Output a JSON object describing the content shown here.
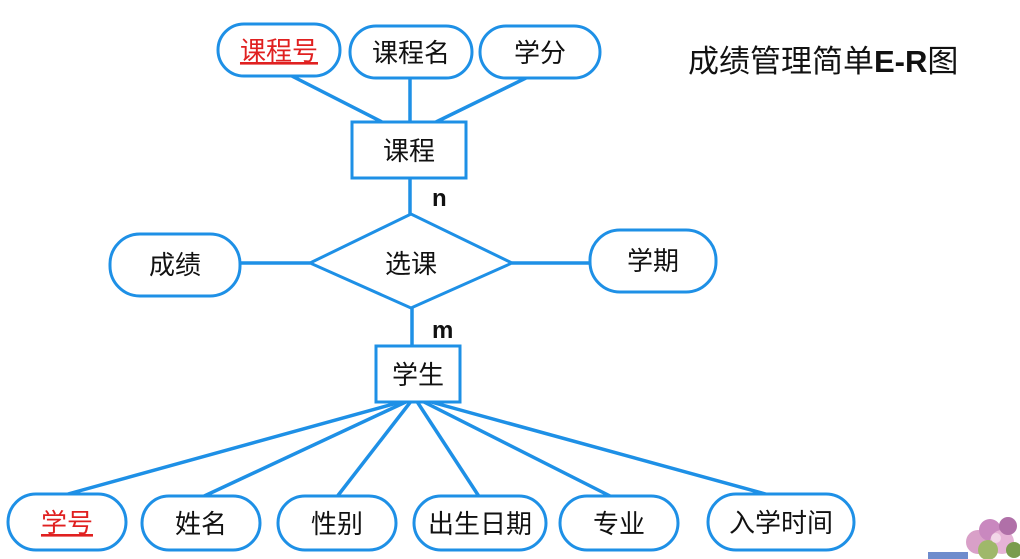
{
  "title": {
    "prefix": "成绩管理简单",
    "bold": "E-R",
    "suffix": "图"
  },
  "entities": {
    "course": "课程",
    "relationship": "选课",
    "student": "学生"
  },
  "course_attributes": [
    "课程号",
    "课程名",
    "学分"
  ],
  "relationship_attributes": {
    "left": "成绩",
    "right": "学期"
  },
  "student_attributes": [
    "学号",
    "姓名",
    "性别",
    "出生日期",
    "专业",
    "入学时间"
  ],
  "cardinality": {
    "course_side": "n",
    "student_side": "m"
  },
  "colors": {
    "line": "#1e90e6",
    "key": "#e02020",
    "text": "#111111"
  }
}
